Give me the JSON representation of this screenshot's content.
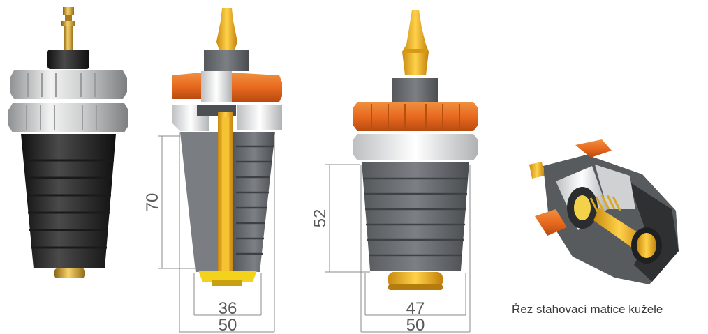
{
  "dimensions": {
    "section_height": "70",
    "section_inner_width": "36",
    "section_outer_width": "50",
    "side_height": "52",
    "side_inner_width": "47",
    "side_outer_width": "50"
  },
  "caption": "Řez stahovací matice kužele",
  "colors": {
    "rubber": "#2f2f2f",
    "rubber_grey": "#6b6e72",
    "silver": "#d9dadb",
    "orange": "#e8732a",
    "brass": "#e5b53a",
    "dim_line": "#8a8a8a"
  }
}
